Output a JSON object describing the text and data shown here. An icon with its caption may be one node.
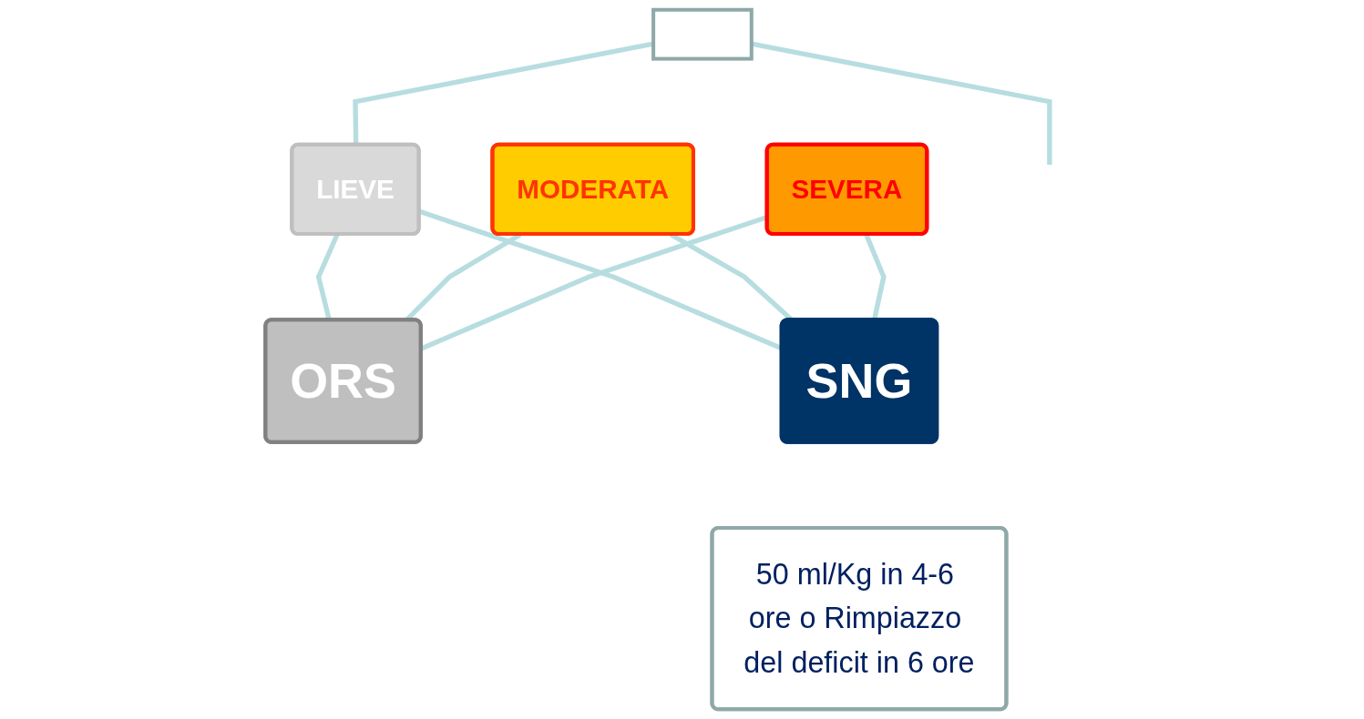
{
  "diagram": {
    "nodes": [
      {
        "text": [],
        "shape": "box"
      },
      {
        "text": [
          "LIEVE"
        ]
      },
      {
        "text": [
          "MODERATA"
        ]
      },
      {
        "text": [
          "SEVERA"
        ]
      },
      {
        "text": [
          "ORS"
        ]
      },
      {
        "text": [
          "SNG"
        ]
      },
      {
        "text": [
          "50 ml/Kg in 4-6 ore o Rimpiazzo del deficit in 6 ore"
        ]
      }
    ],
    "edges": [
      {
        "from": 0,
        "to": 1,
        "arrow": "none"
      },
      {
        "from": 0,
        "to": null,
        "arrow": "none"
      },
      {
        "from": 1,
        "to": 4,
        "arrow": "none"
      },
      {
        "from": 1,
        "to": 5,
        "arrow": "none"
      },
      {
        "from": 2,
        "to": 4,
        "arrow": "none"
      },
      {
        "from": 2,
        "to": 5,
        "arrow": "none"
      },
      {
        "from": 3,
        "to": 4,
        "arrow": "none"
      },
      {
        "from": 3,
        "to": 5,
        "arrow": "none"
      }
    ]
  }
}
